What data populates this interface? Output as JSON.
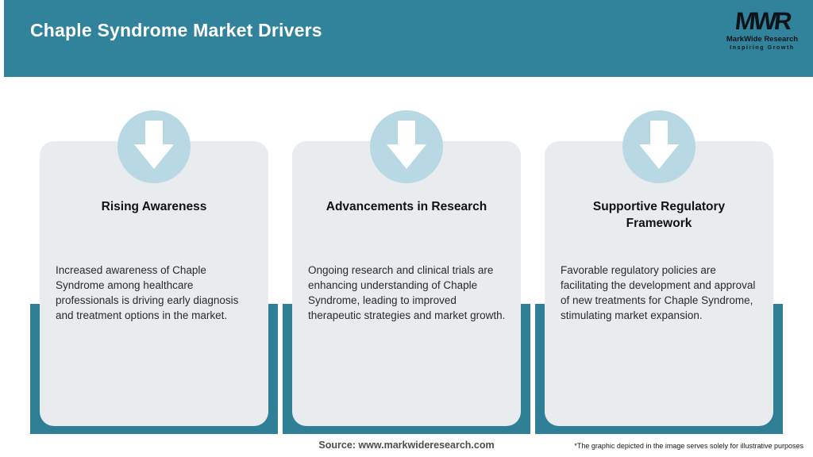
{
  "header": {
    "title": "Chaple Syndrome Market Drivers",
    "logo": {
      "monogram": "MWR",
      "company": "MarkWide Research",
      "tagline": "Inspiring Growth"
    }
  },
  "cards": [
    {
      "icon": "down-arrow-icon",
      "title": "Rising Awareness",
      "description": "Increased awareness of Chaple Syndrome among healthcare professionals is driving early diagnosis and treatment options in the market."
    },
    {
      "icon": "down-arrow-icon",
      "title": "Advancements in Research",
      "description": "Ongoing research and clinical trials are enhancing understanding of Chaple Syndrome, leading to improved therapeutic strategies and market growth."
    },
    {
      "icon": "down-arrow-icon",
      "title": "Supportive Regulatory Framework",
      "description": "Favorable regulatory policies are facilitating the development and approval of new treatments for Chaple Syndrome, stimulating market expansion."
    }
  ],
  "footer": {
    "source": "Source: www.markwideresearch.com",
    "disclaimer": "*The graphic depicted in the image serves solely for illustrative purposes"
  },
  "colors": {
    "header_teal": "#31839b",
    "frame_teal": "#2f7f96",
    "circle_blue": "#b8d9e4",
    "card_gray": "#e9ecee"
  }
}
